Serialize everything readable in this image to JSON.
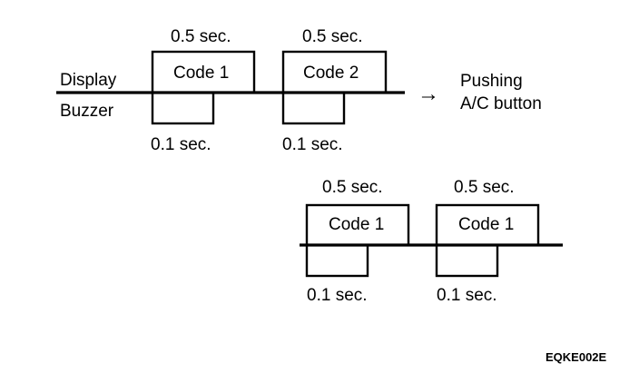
{
  "top_sequence": {
    "display_label": "Display",
    "buzzer_label": "Buzzer",
    "pulses": [
      {
        "display_duration": "0.5 sec.",
        "code": "Code 1",
        "buzzer_duration": "0.1 sec."
      },
      {
        "display_duration": "0.5 sec.",
        "code": "Code 2",
        "buzzer_duration": "0.1 sec."
      }
    ],
    "arrow_glyph": "→",
    "action_line1": "Pushing",
    "action_line2": "A/C button"
  },
  "bottom_sequence": {
    "pulses": [
      {
        "display_duration": "0.5 sec.",
        "code": "Code 1",
        "buzzer_duration": "0.1 sec."
      },
      {
        "display_duration": "0.5 sec.",
        "code": "Code 1",
        "buzzer_duration": "0.1 sec."
      }
    ]
  },
  "figure_code": "EQKE002E"
}
